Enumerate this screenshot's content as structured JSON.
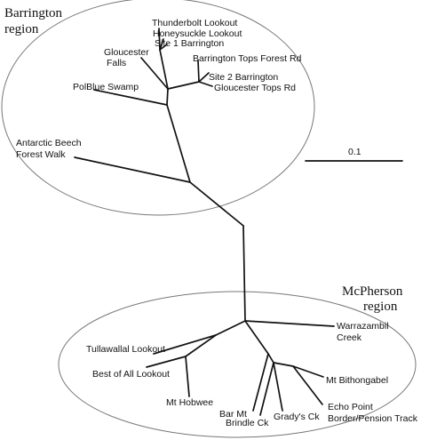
{
  "regions": [
    {
      "lines": [
        "Barrington",
        "region"
      ]
    },
    {
      "lines": [
        "McPherson",
        "region"
      ]
    }
  ],
  "leaves": {
    "thunderbolt": [
      "Thunderbolt Lookout"
    ],
    "honeysuckle": [
      "Honeysuckle Lookout"
    ],
    "site1": [
      "Site 1 Barrington"
    ],
    "gloucester_falls": [
      "Gloucester",
      "Falls"
    ],
    "barrington_tops": [
      "Barrington Tops Forest Rd"
    ],
    "site2": [
      "Site 2 Barrington"
    ],
    "gloucester_tops": [
      "Gloucester Tops Rd"
    ],
    "polblue": [
      "PolBlue Swamp"
    ],
    "antarctic": [
      "Antarctic Beech",
      "Forest Walk"
    ],
    "warrazambil": [
      "Warrazambil",
      "Creek"
    ],
    "tullawallal": [
      "Tullawallal Lookout"
    ],
    "best_of_all": [
      "Best of All Lookout"
    ],
    "mt_hobwee": [
      "Mt Hobwee"
    ],
    "mt_bithongabel": [
      "Mt Bithongabel"
    ],
    "bar_mt": [
      "Bar Mt"
    ],
    "brindle": [
      "Brindle Ck"
    ],
    "gradys": [
      "Grady's Ck"
    ],
    "echo_point": [
      "Echo Point",
      "Border/Pension Track"
    ]
  },
  "scale_bar": {
    "label": "0.1"
  }
}
